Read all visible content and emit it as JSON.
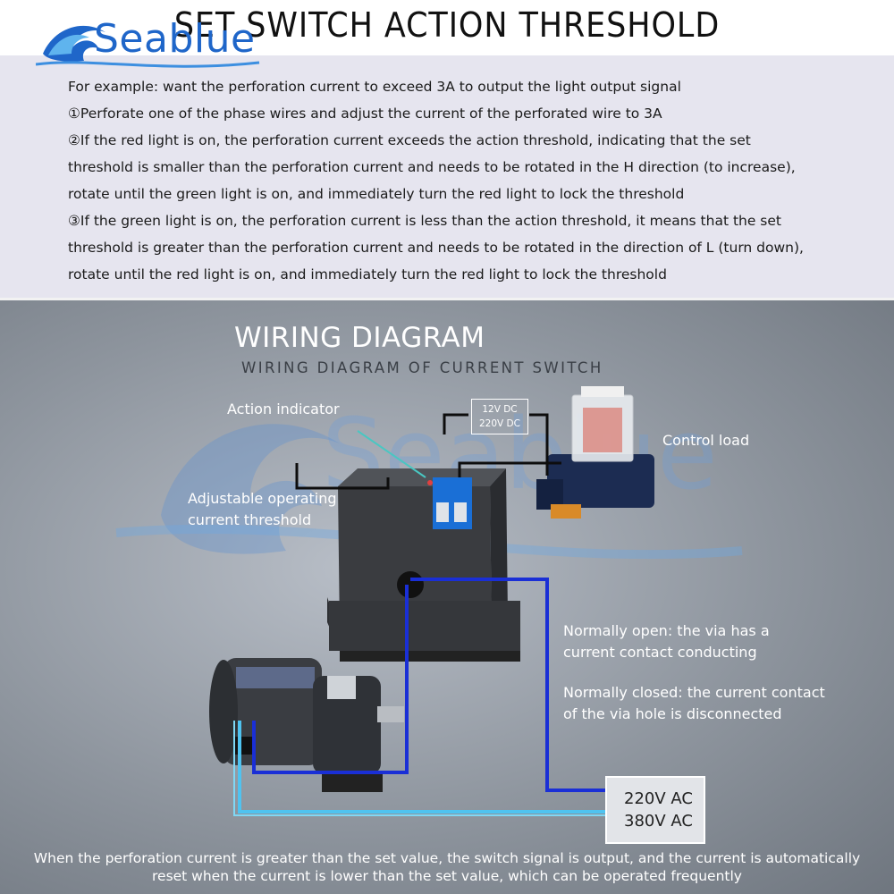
{
  "header": {
    "title": "SET SWITCH ACTION THRESHOLD",
    "brand": "Seablue"
  },
  "instructions": [
    "For example: want the perforation current to exceed 3A to output the light output signal",
    "①Perforate one of the phase wires and adjust the current of the perforated wire to 3A",
    "②If the red light is on, the perforation current exceeds the action threshold, indicating that the set",
    "threshold is smaller than the perforation current and needs to be rotated in the H direction (to increase),",
    "rotate until the green light is on, and immediately turn the red light to lock the threshold",
    "③If the green light is on, the perforation current is less than the action threshold, it means that the set",
    "threshold is greater than the perforation current and needs to be rotated in the direction of L (turn down),",
    " rotate until the red light is on, and immediately turn the red light to lock the threshold"
  ],
  "diagram": {
    "title": "WIRING DIAGRAM",
    "subtitle": "WIRING DIAGRAM OF CURRENT SWITCH",
    "action_indicator": "Action indicator",
    "adjustable_line1": "Adjustable operating",
    "adjustable_line2": "current threshold",
    "control_load": "Control load",
    "dc_voltage_1": "12V DC",
    "dc_voltage_2": "220V DC",
    "normally_open_1": "Normally open: the via has a",
    "normally_open_2": "current contact conducting",
    "normally_closed_1": "Normally closed: the current contact",
    "normally_closed_2": "of the via hole is disconnected",
    "ac_voltage_1": "220V AC",
    "ac_voltage_2": "380V AC",
    "watermark": "Seablue"
  },
  "caption": {
    "line1": "When the perforation current is greater than the set value, the switch signal is output, and the current is automatically",
    "line2": "reset when the current is lower than the set value, which can be operated frequently"
  },
  "colors": {
    "band": "#e6e5ef",
    "wire_dark_blue": "#1a2fd6",
    "wire_light_blue": "#4fc3f0",
    "logo_blue": "#1f66c9"
  }
}
